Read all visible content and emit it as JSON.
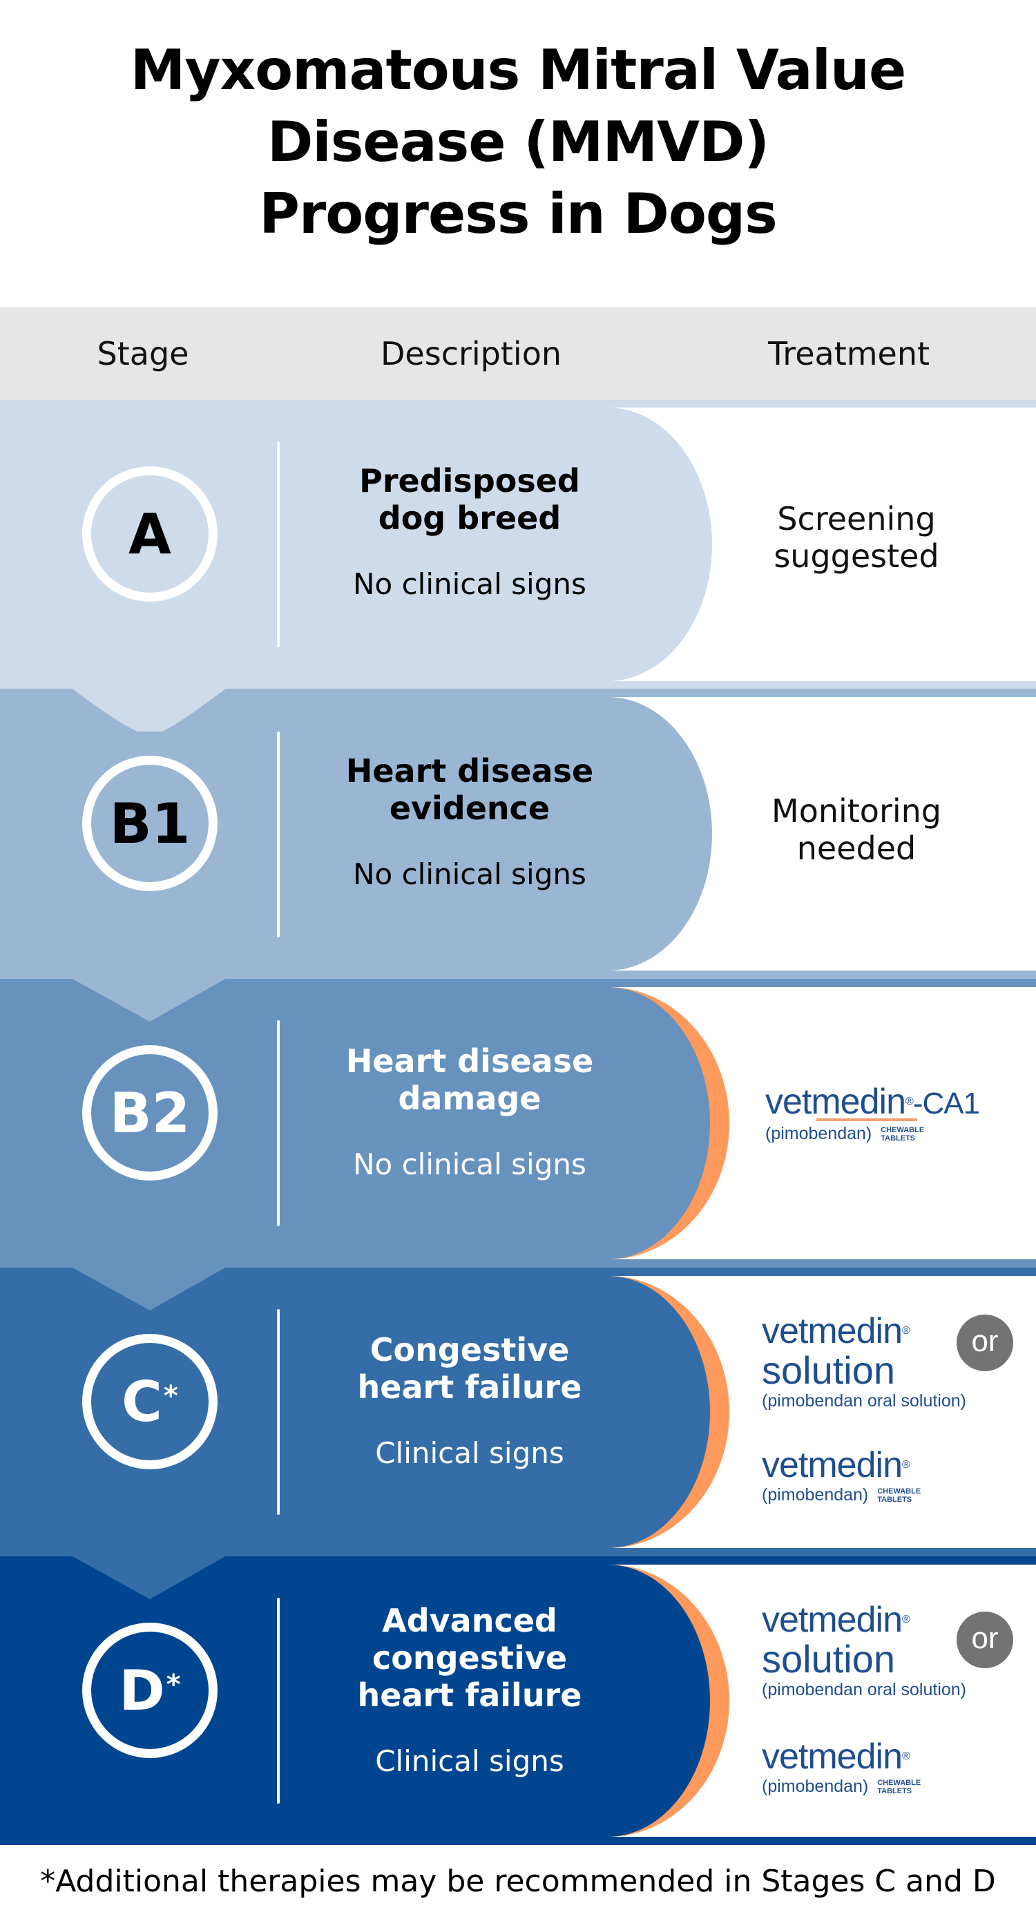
{
  "title": {
    "lines": [
      "Myxomatous Mitral Value",
      "Disease (MMVD)",
      "Progress in Dogs"
    ]
  },
  "header": {
    "stage": "Stage",
    "description": "Description",
    "treatment": "Treatment"
  },
  "colors": {
    "header_bg": "#e6e6e6",
    "stage_a": "#cddbea",
    "stage_b1": "#9ab6d3",
    "stage_b2": "#6892be",
    "stage_c": "#346da7",
    "stage_d": "#004590",
    "orange_ring": "#ff9a5c",
    "brand_blue": "#1f4e8f",
    "brand_orange": "#f0a070",
    "or_badge": "#737373"
  },
  "stages": [
    {
      "id": "A",
      "label": "A",
      "asterisk": "",
      "title": "Predisposed dog breed",
      "title_lines": [
        "Predisposed",
        "dog breed"
      ],
      "subtitle": "No clinical signs",
      "treatment": {
        "type": "text",
        "lines": [
          "Screening",
          "suggested"
        ]
      }
    },
    {
      "id": "B1",
      "label": "B1",
      "asterisk": "",
      "title": "Heart disease evidence",
      "title_lines": [
        "Heart disease",
        "evidence"
      ],
      "subtitle": "No clinical signs",
      "treatment": {
        "type": "text",
        "lines": [
          "Monitoring",
          "needed"
        ]
      }
    },
    {
      "id": "B2",
      "label": "B2",
      "asterisk": "",
      "title": "Heart disease damage",
      "title_lines": [
        "Heart disease",
        "damage"
      ],
      "subtitle": "No clinical signs",
      "treatment": {
        "type": "logo",
        "logos": [
          {
            "brand": "vetmedin",
            "registered": "®",
            "suffix": "-CA1",
            "generic": "(pimobendan)",
            "form_lines": [
              "CHEWABLE",
              "TABLETS"
            ]
          }
        ]
      }
    },
    {
      "id": "C",
      "label": "C",
      "asterisk": "*",
      "title": "Congestive heart failure",
      "title_lines": [
        "Congestive",
        "heart failure"
      ],
      "subtitle": "Clinical signs",
      "treatment": {
        "type": "logo",
        "or_label": "or",
        "logos": [
          {
            "brand": "vetmedin",
            "registered": "®",
            "line2": "solution",
            "generic": "(pimobendan oral solution)"
          },
          {
            "brand": "vetmedin",
            "registered": "®",
            "generic": "(pimobendan)",
            "form_lines": [
              "CHEWABLE",
              "TABLETS"
            ]
          }
        ]
      }
    },
    {
      "id": "D",
      "label": "D",
      "asterisk": "*",
      "title": "Advanced congestive heart failure",
      "title_lines": [
        "Advanced",
        "congestive",
        "heart failure"
      ],
      "subtitle": "Clinical signs",
      "treatment": {
        "type": "logo",
        "or_label": "or",
        "logos": [
          {
            "brand": "vetmedin",
            "registered": "®",
            "line2": "solution",
            "generic": "(pimobendan oral solution)"
          },
          {
            "brand": "vetmedin",
            "registered": "®",
            "generic": "(pimobendan)",
            "form_lines": [
              "CHEWABLE",
              "TABLETS"
            ]
          }
        ]
      }
    }
  ],
  "footer": "*Additional therapies may be recommended in Stages C and D"
}
